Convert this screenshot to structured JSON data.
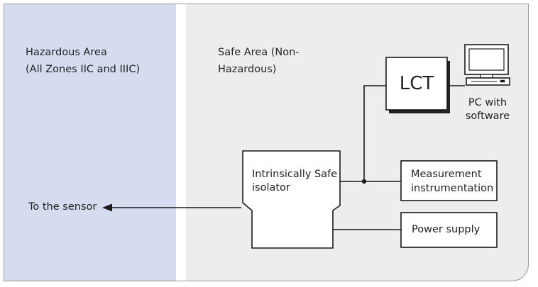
{
  "areas": {
    "hazardous": {
      "line1": "Hazardous Area",
      "line2": "(All Zones IIC and IIIC)"
    },
    "safe": {
      "line1": "Safe Area (Non-",
      "line2": "Hazardous)"
    }
  },
  "nodes": {
    "lct": "LCT",
    "pc": {
      "line1": "PC with",
      "line2": "software"
    },
    "isolator": {
      "line1": "Intrinsically Safe",
      "line2": "isolator"
    },
    "measurement": {
      "line1": "Measurement",
      "line2": "instrumentation"
    },
    "power": "Power supply"
  },
  "arrow_label": "To the sensor",
  "colors": {
    "hazardous_bg": "#d5dcef",
    "safe_bg": "#ededed",
    "line": "#1a1a1a"
  }
}
